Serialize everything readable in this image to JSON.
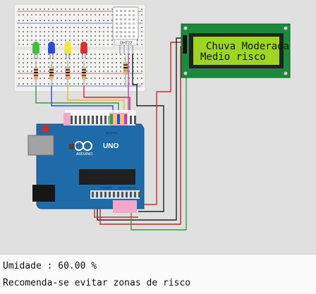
{
  "lcd": {
    "line1": "Chuva Moderada",
    "line2": "Medio risco"
  },
  "sensor": {
    "label": "DHT22"
  },
  "arduino": {
    "brand_label": "ARDUINO",
    "model_label": "UNO",
    "digital_label": "DIGITAL",
    "analog_label": "ANALOG IN",
    "power_label": "POWER"
  },
  "leds": [
    {
      "name": "green",
      "color": "#3fbf3f"
    },
    {
      "name": "blue",
      "color": "#2f48e0"
    },
    {
      "name": "yellow",
      "color": "#f1ea3a"
    },
    {
      "name": "red",
      "color": "#e22b2b"
    }
  ],
  "serial_monitor": {
    "lines": [
      "Umidade : 60.00 %",
      "Recomenda-se evitar zonas de risco"
    ]
  },
  "colors": {
    "canvas_bg": "#e0e0e0",
    "breadboard": "#f3f3f1",
    "arduino_board": "#1f6aa8",
    "lcd_pcb": "#1c8a3b",
    "lcd_screen": "#9fd420"
  }
}
